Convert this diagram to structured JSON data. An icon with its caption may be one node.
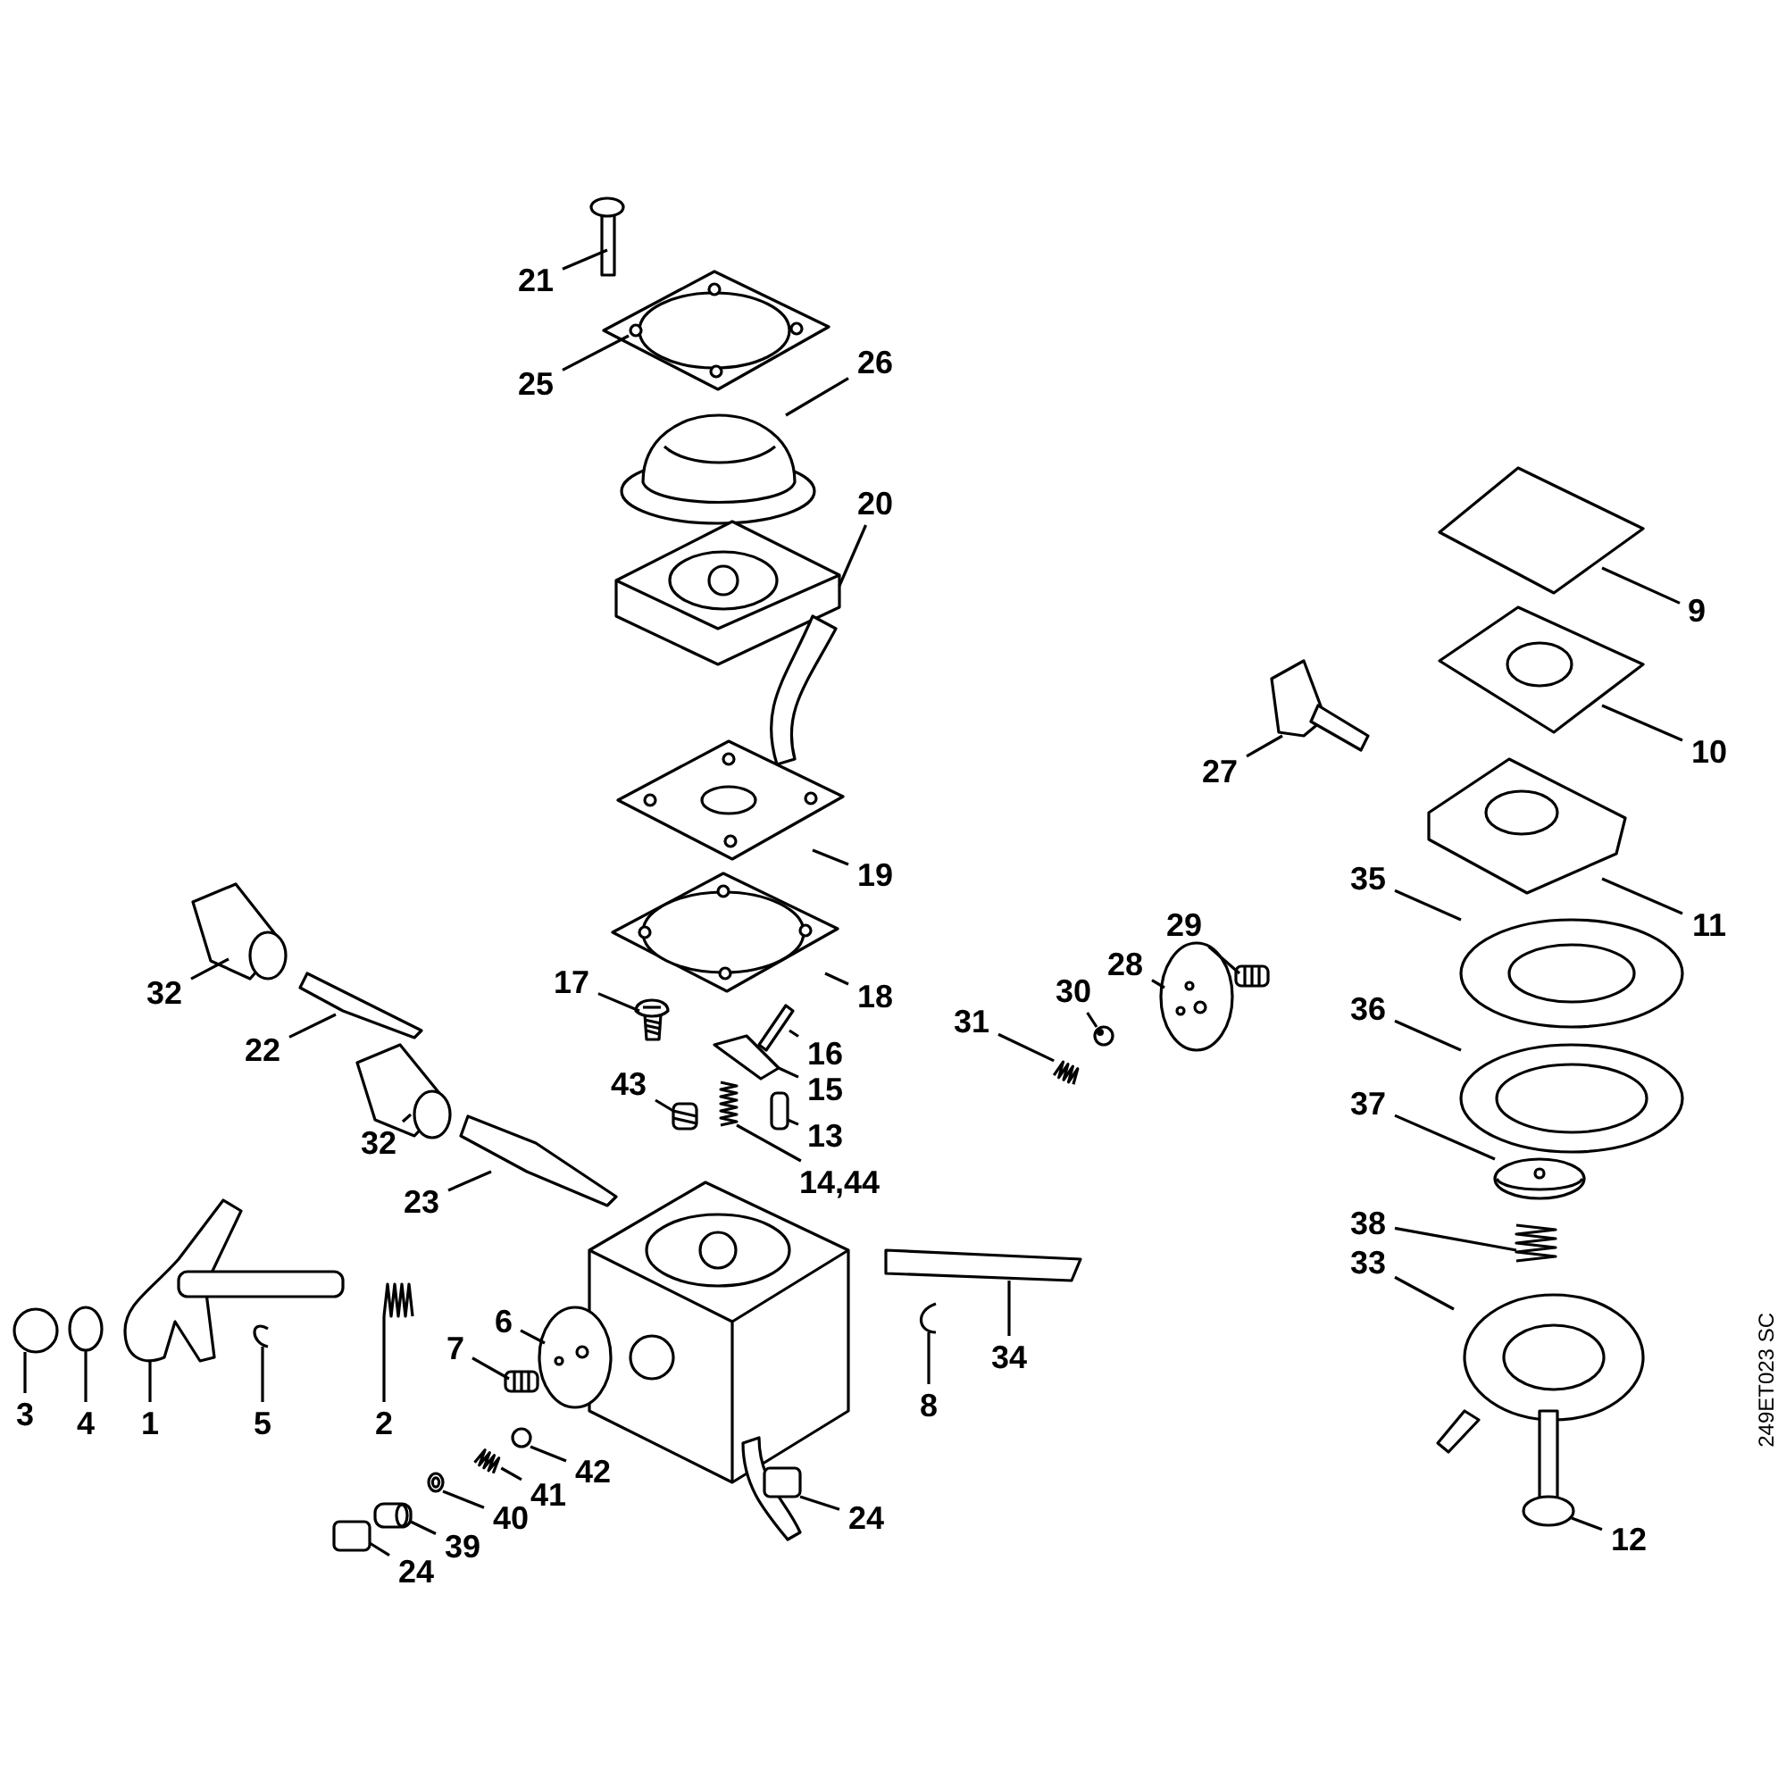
{
  "diagram": {
    "nodes": [
      {
        "text": [
          "21"
        ]
      },
      {
        "text": [
          "25"
        ]
      },
      {
        "text": [
          "26"
        ]
      },
      {
        "text": [
          "20"
        ]
      },
      {
        "text": [
          "9"
        ]
      },
      {
        "text": [
          "10"
        ]
      },
      {
        "text": [
          "27"
        ]
      },
      {
        "text": [
          "19"
        ]
      },
      {
        "text": [
          "11"
        ]
      },
      {
        "text": [
          "35"
        ]
      },
      {
        "text": [
          "29"
        ]
      },
      {
        "text": [
          "28"
        ]
      },
      {
        "text": [
          "32"
        ]
      },
      {
        "text": [
          "17"
        ]
      },
      {
        "text": [
          "30"
        ]
      },
      {
        "text": [
          "18"
        ]
      },
      {
        "text": [
          "22"
        ]
      },
      {
        "text": [
          "16"
        ]
      },
      {
        "text": [
          "36"
        ]
      },
      {
        "text": [
          "31"
        ]
      },
      {
        "text": [
          "15"
        ]
      },
      {
        "text": [
          "43"
        ]
      },
      {
        "text": [
          "32"
        ]
      },
      {
        "text": [
          "13"
        ]
      },
      {
        "text": [
          "37"
        ]
      },
      {
        "text": [
          "14,44"
        ]
      },
      {
        "text": [
          "23"
        ]
      },
      {
        "text": [
          "38"
        ]
      },
      {
        "text": [
          "33"
        ]
      },
      {
        "text": [
          "6"
        ]
      },
      {
        "text": [
          "7"
        ]
      },
      {
        "text": [
          "34"
        ]
      },
      {
        "text": [
          "3"
        ]
      },
      {
        "text": [
          "4"
        ]
      },
      {
        "text": [
          "1"
        ]
      },
      {
        "text": [
          "5"
        ]
      },
      {
        "text": [
          "2"
        ]
      },
      {
        "text": [
          "8"
        ]
      },
      {
        "text": [
          "42"
        ]
      },
      {
        "text": [
          "41"
        ]
      },
      {
        "text": [
          "40"
        ]
      },
      {
        "text": [
          "24"
        ]
      },
      {
        "text": [
          "12"
        ]
      },
      {
        "text": [
          "39"
        ]
      },
      {
        "text": [
          "24"
        ]
      },
      {
        "text": [],
        "shape": "picture"
      },
      {
        "text": [],
        "shape": "picture"
      },
      {
        "text": [],
        "shape": "picture"
      },
      {
        "text": [],
        "shape": "picture"
      },
      {
        "text": [],
        "shape": "picture"
      },
      {
        "text": [],
        "shape": "picture"
      },
      {
        "text": [],
        "shape": "picture"
      },
      {
        "text": [],
        "shape": "picture"
      },
      {
        "text": [],
        "shape": "picture"
      },
      {
        "text": [],
        "shape": "picture"
      },
      {
        "text": [],
        "shape": "picture"
      },
      {
        "text": [],
        "shape": "picture"
      },
      {
        "text": [],
        "shape": "picture"
      },
      {
        "text": [],
        "shape": "picture"
      },
      {
        "text": [],
        "shape": "picture"
      },
      {
        "text": [],
        "shape": "picture"
      },
      {
        "text": [],
        "shape": "picture"
      },
      {
        "text": [],
        "shape": "picture"
      },
      {
        "text": [],
        "shape": "picture"
      },
      {
        "text": [],
        "shape": "picture"
      },
      {
        "text": [],
        "shape": "picture"
      },
      {
        "text": [],
        "shape": "picture"
      },
      {
        "text": [],
        "shape": "picture"
      },
      {
        "text": [],
        "shape": "box"
      },
      {
        "text": [],
        "shape": "picture"
      },
      {
        "text": [],
        "shape": "picture"
      },
      {
        "text": [],
        "shape": "picture"
      },
      {
        "text": [],
        "shape": "picture"
      },
      {
        "text": [],
        "shape": "picture"
      },
      {
        "text": [],
        "shape": "picture"
      },
      {
        "text": [],
        "shape": "picture"
      },
      {
        "text": [],
        "shape": "picture"
      },
      {
        "text": [],
        "shape": "picture"
      },
      {
        "text": [],
        "shape": "picture"
      },
      {
        "text": [],
        "shape": "picture"
      },
      {
        "text": [],
        "shape": "picture"
      },
      {
        "text": [],
        "shape": "picture"
      },
      {
        "text": [],
        "shape": "picture"
      },
      {
        "text": [],
        "shape": "circle"
      },
      {
        "text": [],
        "shape": "picture"
      },
      {
        "text": [],
        "shape": "picture"
      },
      {
        "text": [],
        "shape": "box"
      },
      {
        "text": [],
        "shape": "picture"
      },
      {
        "text": [],
        "shape": "picture"
      },
      {
        "text": [],
        "shape": "box"
      }
    ],
    "edges": [
      {
        "from": 0,
        "to": 45,
        "arrow": "none"
      },
      {
        "from": 1,
        "to": 46,
        "arrow": "none"
      },
      {
        "from": 2,
        "to": 47,
        "arrow": "none"
      },
      {
        "from": 3,
        "to": 48,
        "arrow": "none"
      },
      {
        "from": 4,
        "to": 49,
        "arrow": "none"
      },
      {
        "from": 5,
        "to": 50,
        "arrow": "none"
      },
      {
        "from": 6,
        "to": 51,
        "arrow": "none"
      },
      {
        "from": 7,
        "to": 52,
        "arrow": "none"
      },
      {
        "from": 8,
        "to": 53,
        "arrow": "none"
      },
      {
        "from": 9,
        "to": 54,
        "arrow": "none"
      },
      {
        "from": 10,
        "to": 55,
        "arrow": "none"
      },
      {
        "from": 11,
        "to": 56,
        "arrow": "none"
      },
      {
        "from": 12,
        "to": 57,
        "arrow": "none"
      },
      {
        "from": 13,
        "to": 58,
        "arrow": "none"
      },
      {
        "from": 14,
        "to": 59,
        "arrow": "none"
      },
      {
        "from": 15,
        "to": 60,
        "arrow": "none"
      },
      {
        "from": 16,
        "to": 61,
        "arrow": "none"
      },
      {
        "from": 17,
        "to": 62,
        "arrow": "none"
      },
      {
        "from": 18,
        "to": 63,
        "arrow": "none"
      },
      {
        "from": 19,
        "to": 64,
        "arrow": "none"
      },
      {
        "from": 20,
        "to": 65,
        "arrow": "none"
      },
      {
        "from": 21,
        "to": 66,
        "arrow": "none"
      },
      {
        "from": 22,
        "to": 67,
        "arrow": "none"
      },
      {
        "from": 23,
        "to": 68,
        "arrow": "none"
      },
      {
        "from": 24,
        "to": 69,
        "arrow": "none"
      },
      {
        "from": 25,
        "to": 70,
        "arrow": "none"
      },
      {
        "from": 26,
        "to": 71,
        "arrow": "none"
      },
      {
        "from": 27,
        "to": 72,
        "arrow": "none"
      },
      {
        "from": 28,
        "to": 73,
        "arrow": "none"
      },
      {
        "from": 29,
        "to": 74,
        "arrow": "none"
      },
      {
        "from": 30,
        "to": 75,
        "arrow": "none"
      },
      {
        "from": 31,
        "to": 76,
        "arrow": "none"
      },
      {
        "from": 32,
        "to": 77,
        "arrow": "none"
      },
      {
        "from": 33,
        "to": 78,
        "arrow": "none"
      },
      {
        "from": 34,
        "to": 79,
        "arrow": "none"
      },
      {
        "from": 35,
        "to": 80,
        "arrow": "none"
      },
      {
        "from": 36,
        "to": 81,
        "arrow": "none"
      },
      {
        "from": 37,
        "to": 82,
        "arrow": "none"
      },
      {
        "from": 38,
        "to": 83,
        "arrow": "none"
      },
      {
        "from": 39,
        "to": 84,
        "arrow": "none"
      },
      {
        "from": 40,
        "to": 85,
        "arrow": "none"
      },
      {
        "from": 41,
        "to": 86,
        "arrow": "none"
      },
      {
        "from": 42,
        "to": 87,
        "arrow": "none"
      },
      {
        "from": 43,
        "to": 88,
        "arrow": "none"
      },
      {
        "from": 44,
        "to": 89,
        "arrow": "none"
      }
    ],
    "labels": [
      "249ET023 SC"
    ]
  }
}
